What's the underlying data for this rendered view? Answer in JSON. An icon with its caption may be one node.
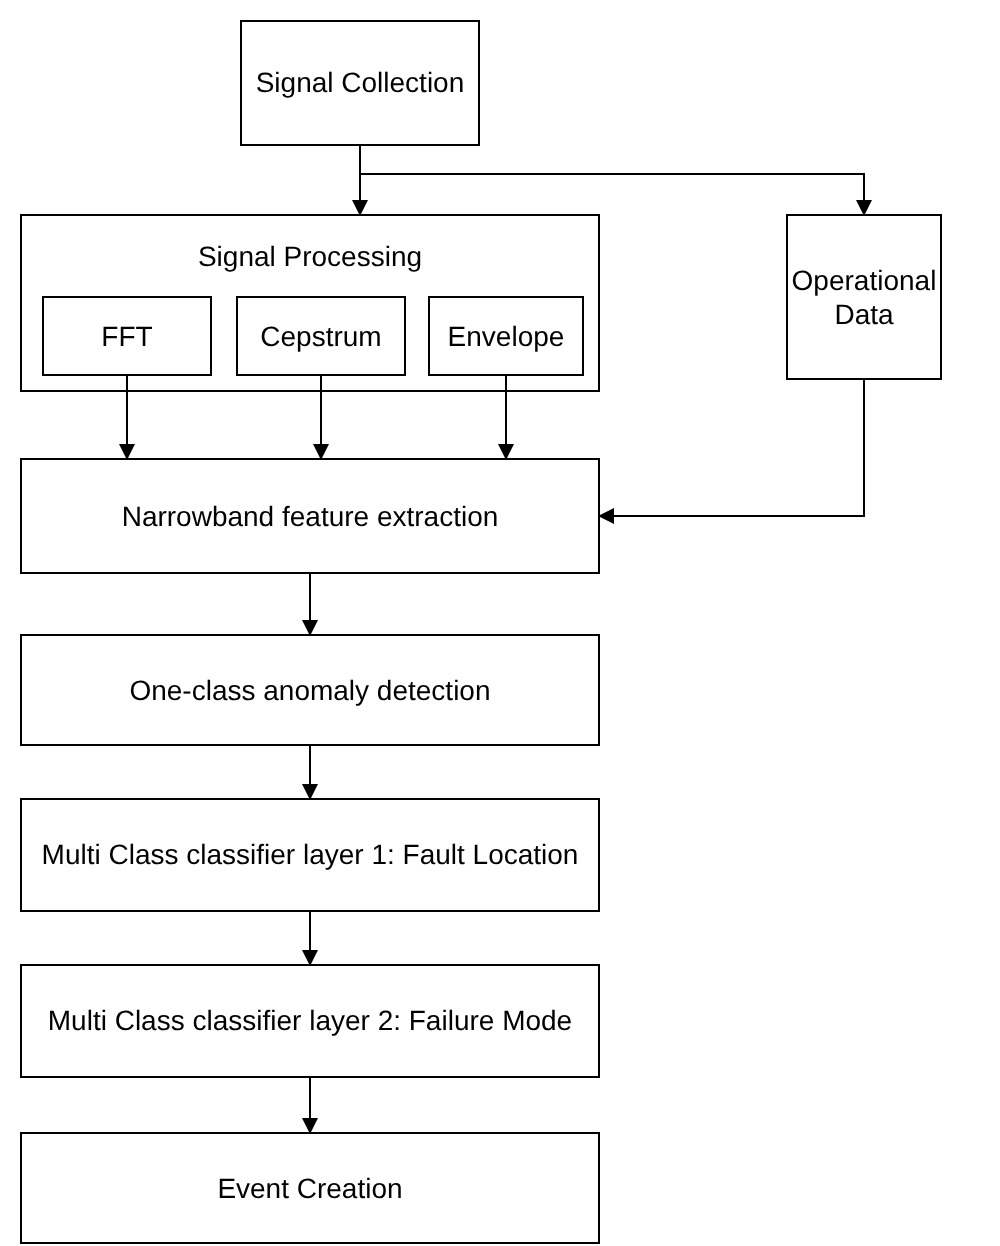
{
  "diagram": {
    "nodes": [
      {
        "text": [
          "Signal Collection"
        ]
      },
      {
        "text": [
          "Signal Processing"
        ]
      },
      {
        "text": [
          "FFT"
        ],
        "in": 1
      },
      {
        "text": [
          "Cepstrum"
        ],
        "in": 1
      },
      {
        "text": [
          "Envelope"
        ],
        "in": 1
      },
      {
        "text": [
          "Operational Data"
        ]
      },
      {
        "text": [
          "Narrowband feature extraction"
        ]
      },
      {
        "text": [
          "One-class anomaly detection"
        ]
      },
      {
        "text": [
          "Multi Class classifier layer 1: Fault Location"
        ]
      },
      {
        "text": [
          "Multi Class classifier layer 2: Failure Mode"
        ]
      },
      {
        "text": [
          "Event Creation"
        ]
      }
    ],
    "edges": [
      {
        "from": 0,
        "to": 1,
        "arrow": "to"
      },
      {
        "from": 0,
        "to": 5,
        "arrow": "to"
      },
      {
        "from": 2,
        "to": 6,
        "arrow": "to"
      },
      {
        "from": 3,
        "to": 6,
        "arrow": "to"
      },
      {
        "from": 4,
        "to": 6,
        "arrow": "to"
      },
      {
        "from": 5,
        "to": 6,
        "arrow": "to"
      },
      {
        "from": 6,
        "to": 7,
        "arrow": "to"
      },
      {
        "from": 7,
        "to": 8,
        "arrow": "to"
      },
      {
        "from": 8,
        "to": 9,
        "arrow": "to"
      },
      {
        "from": 9,
        "to": 10,
        "arrow": "to"
      }
    ]
  }
}
